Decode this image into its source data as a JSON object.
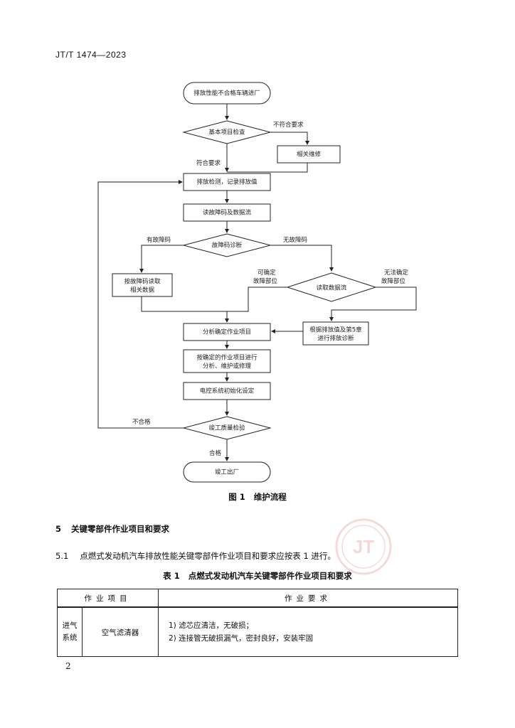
{
  "header": {
    "standard_no": "JT/T 1474—2023"
  },
  "flowchart": {
    "start": "排放性能不合格车辆进厂",
    "basic_check": "基本项目检查",
    "not_compliant": "不符合要求",
    "related_repair": "相关维修",
    "compliant": "符合要求",
    "emission_test": "排放检测，记录排放值",
    "read_fault": "读故障码及数据流",
    "fault_diagnose": "故障码诊断",
    "has_fault": "有故障码",
    "no_fault": "无故障码",
    "read_data_left": [
      "按故障码读取",
      "相关数据"
    ],
    "can_locate": [
      "可确定",
      "故障部位"
    ],
    "read_data_flow": "读取数据流",
    "cannot_locate": [
      "无法确定",
      "故障部位"
    ],
    "per_chapter": [
      "根据排放值及第5章",
      "进行排放诊断"
    ],
    "analyze": "分析确定作业项目",
    "do_work": [
      "按确定的作业项目进行",
      "分析、维护或修理"
    ],
    "ecu_init": "电控系统初始化设定",
    "unqualified": "不合格",
    "final_check": "竣工质量检验",
    "qualified": "合格",
    "end": "竣工出厂"
  },
  "figure_caption": {
    "label": "图 1",
    "title": "维护流程"
  },
  "section": {
    "number": "5",
    "title": "关键零部件作业项目和要求"
  },
  "clause": {
    "number": "5.1",
    "text": "点燃式发动机汽车排放性能关键零部件作业项目和要求应按表 1 进行。"
  },
  "table_caption": {
    "label": "表 1",
    "title": "点燃式发动机汽车关键零部件作业项目和要求"
  },
  "table": {
    "headers": [
      "作业项目",
      "作业要求"
    ],
    "rows": [
      {
        "system": "进气\n系统",
        "component": "空气滤清器",
        "requirements": [
          "1) 滤芯应清洁，无破损；",
          "2) 连接管无破损漏气，密封良好，安装牢固"
        ]
      }
    ]
  },
  "footer": {
    "page_number": "2"
  }
}
